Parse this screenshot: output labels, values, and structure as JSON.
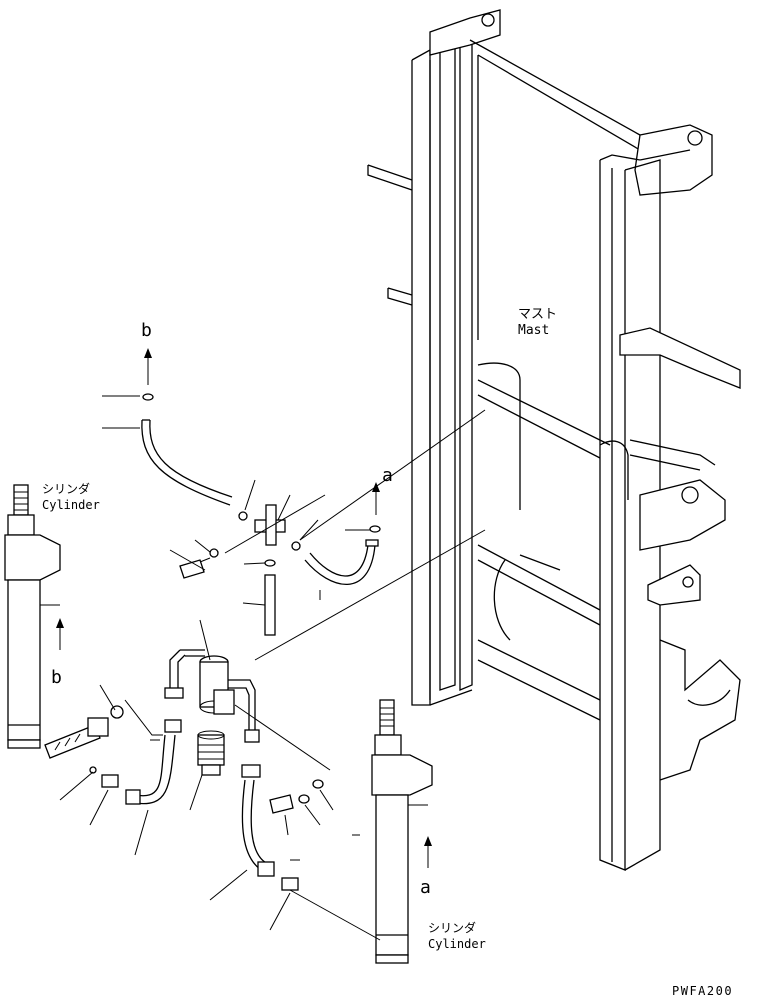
{
  "labels": {
    "mast_jp": "マスト",
    "mast_en": "Mast",
    "cylinder_left_jp": "シリンダ",
    "cylinder_left_en": "Cylinder",
    "cylinder_right_jp": "シリンダ",
    "cylinder_right_en": "Cylinder",
    "ref_a_top": "a",
    "ref_a_bottom": "a",
    "ref_b_top": "b",
    "ref_b_left": "b",
    "drawing_code": "PWFA200"
  },
  "icons": {
    "arrow": "up-arrow-icon"
  }
}
